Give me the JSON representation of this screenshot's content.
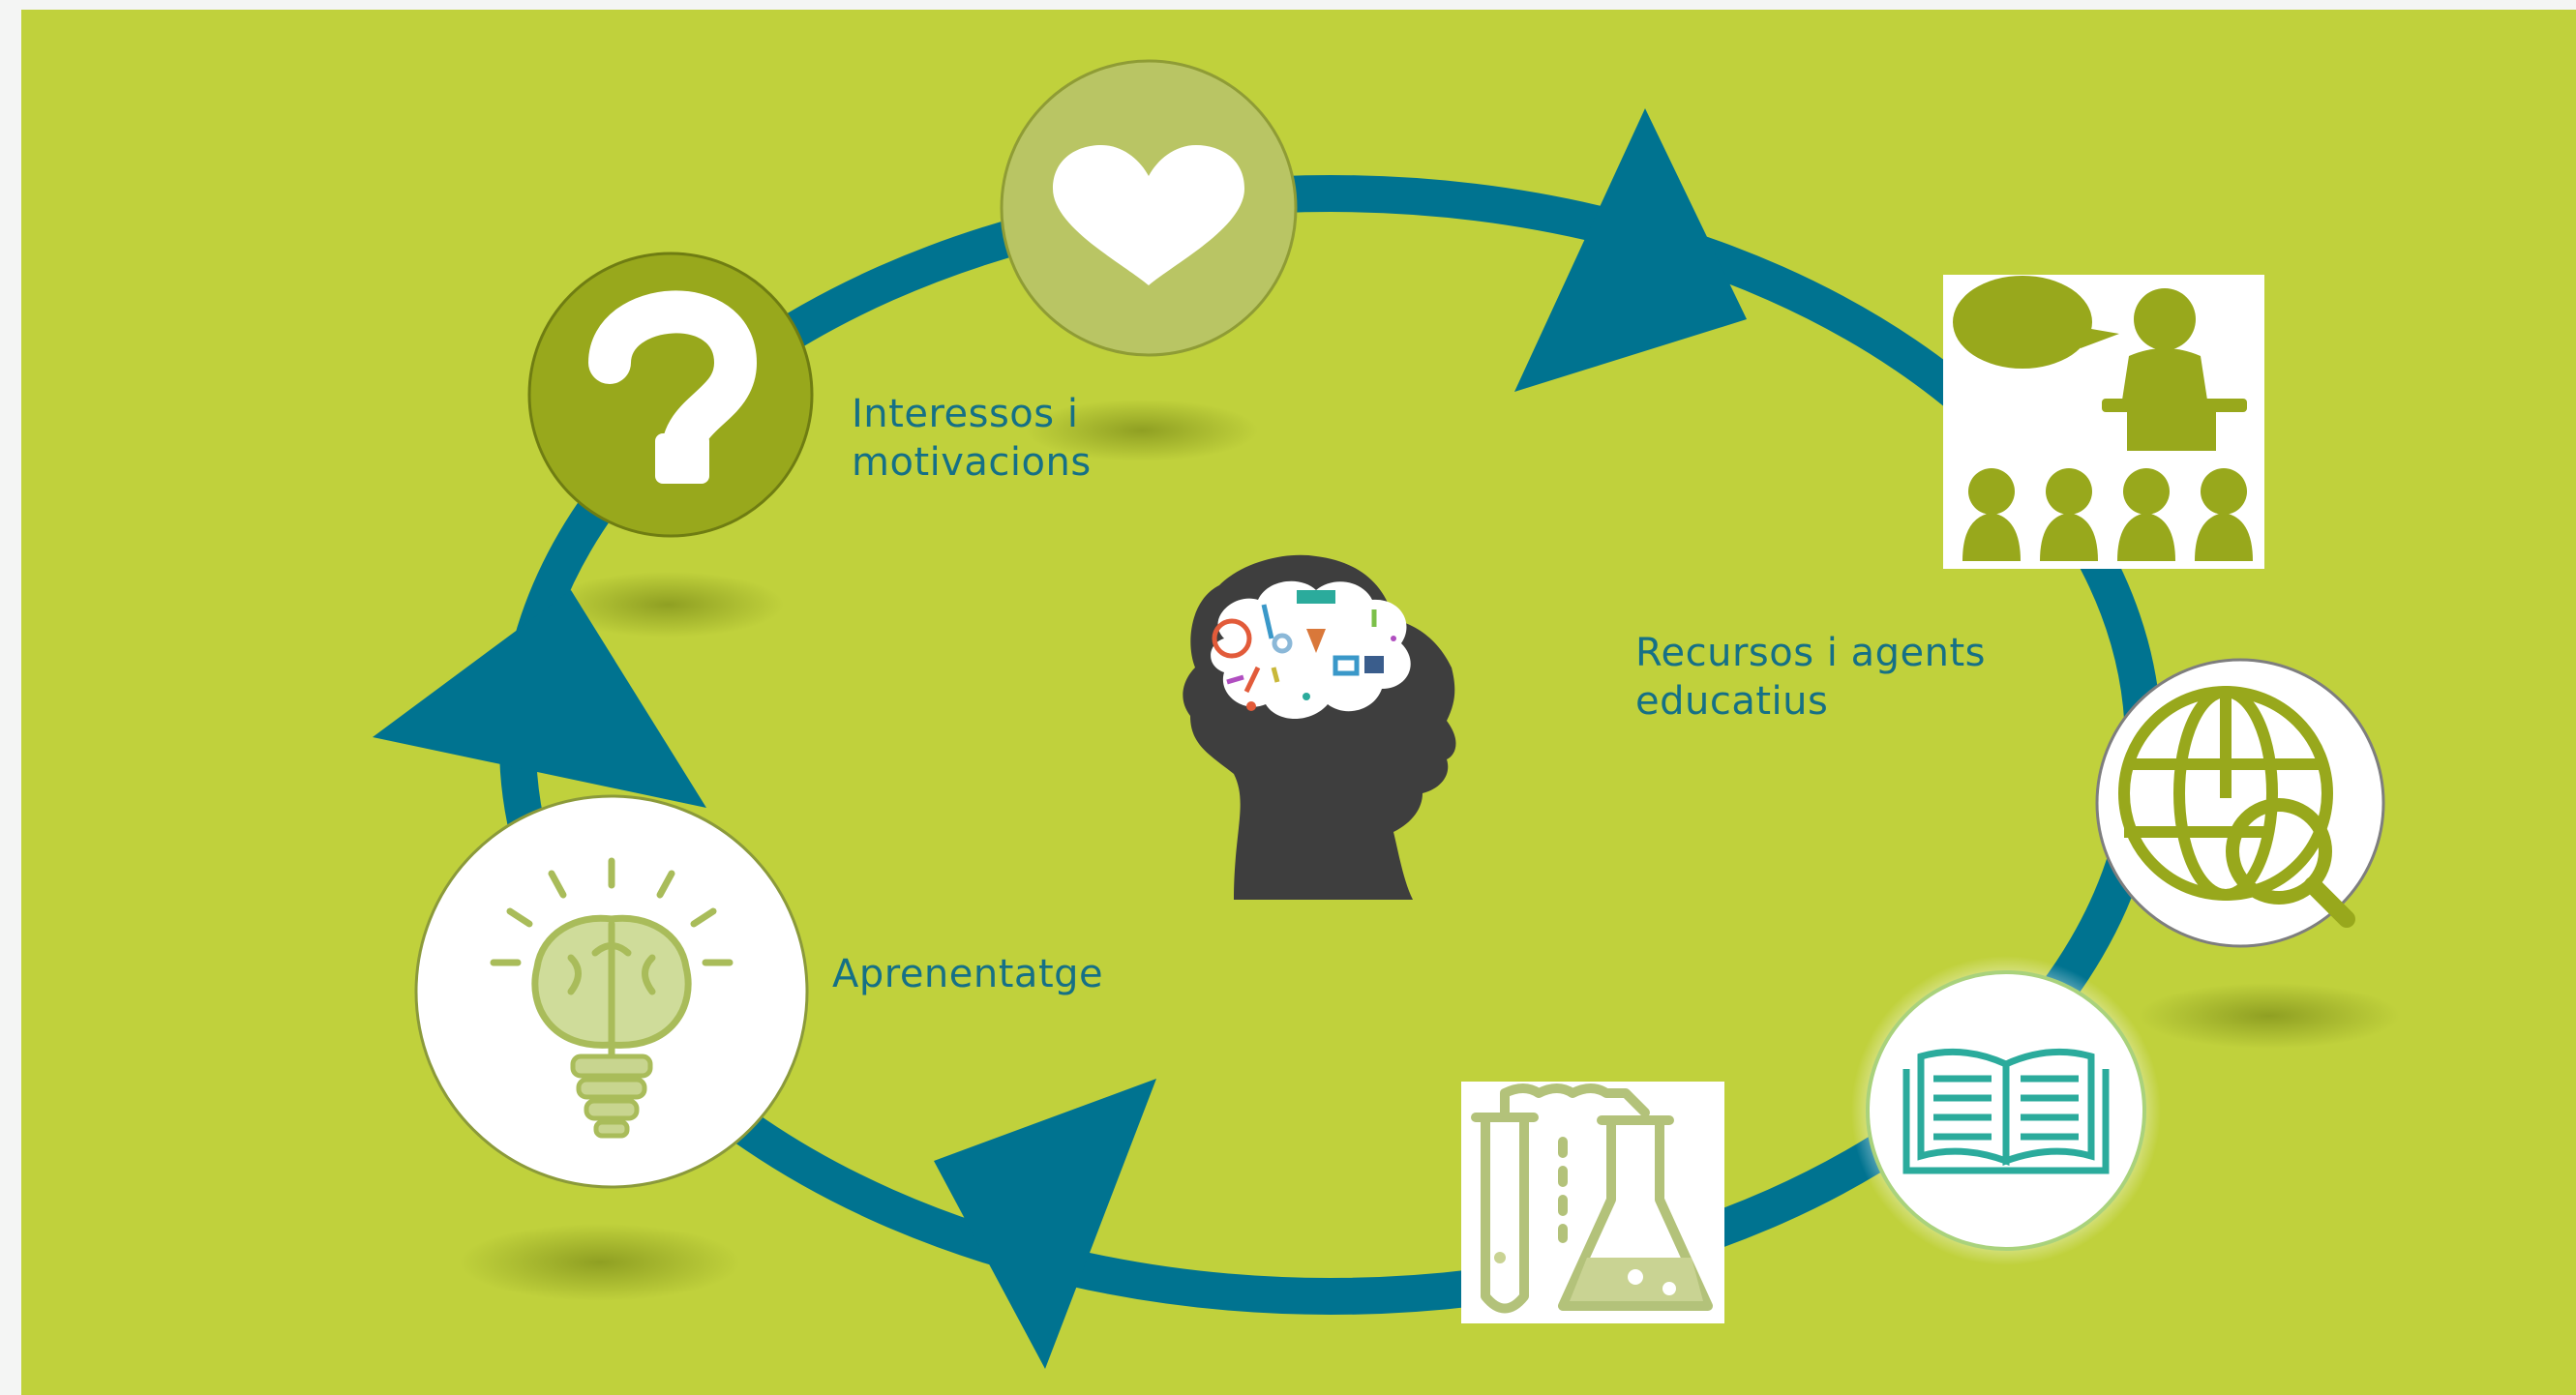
{
  "labels": {
    "interests": "Interessos i\nmotivacions",
    "resources": "Recursos i agents\neducatius",
    "learning": "Aprenentatge"
  },
  "icons": [
    "question-mark-icon",
    "heart-icon",
    "teacher-students-icon",
    "globe-search-icon",
    "open-book-icon",
    "laboratory-flasks-icon",
    "lightbulb-brain-icon",
    "child-head-ideas-icon"
  ],
  "colors": {
    "background": "#c0d13c",
    "cycle_ring": "#007390",
    "icon_olive": "#98a81c",
    "label_text": "#157086",
    "head_silhouette": "#3e3e3e"
  }
}
